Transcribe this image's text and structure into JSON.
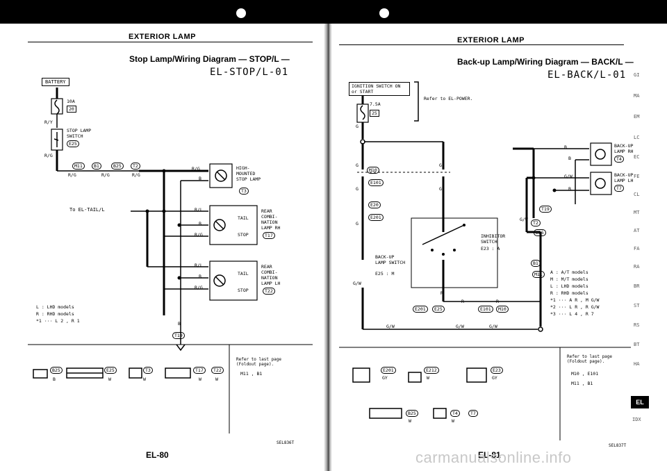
{
  "left_page": {
    "header": "EXTERIOR LAMP",
    "diagram_title": "Stop Lamp/Wiring Diagram — STOP/L —",
    "diagram_code": "EL-STOP/L-01",
    "battery": "BATTERY",
    "fuse": {
      "amp": "10A",
      "num": "20"
    },
    "wire_ry": "R/Y",
    "switch_label": "STOP LAMP SWITCH",
    "switch_conn": "E25",
    "wire_rg": "R/G",
    "connectors_row": [
      "M11",
      "B1",
      "B25",
      "T2"
    ],
    "wire_labels": [
      "R/G",
      "R/G",
      "R/G",
      "R/G",
      "B",
      "R/L",
      "B",
      "R/G",
      "R/L",
      "B",
      "R/G",
      "B"
    ],
    "high_mount": "HIGH-MOUNTED STOP LAMP",
    "high_mount_conn": "T3",
    "to_tail": "To EL-TAIL/L",
    "rear_rh": "REAR COMBI-NATION LAMP RH",
    "rear_rh_conn": "T17",
    "rear_lh": "REAR COMBI-NATION LAMP LH",
    "rear_lh_conn": "T22",
    "tail": "TAIL",
    "stop": "STOP",
    "ground_conn": "T19",
    "legend": [
      "L : LHD models",
      "R : RHD models",
      "*1 ··· L 2 , R 1"
    ],
    "refer": "Refer to last page (Foldout page).",
    "refer_conns": "M11 , B1",
    "bottom_conns": [
      "B25",
      "E25",
      "T3",
      "T17",
      "T22"
    ],
    "bottom_colors": [
      "B",
      "W",
      "W",
      "W",
      "W"
    ],
    "page_code": "SEL836T",
    "page_number": "EL-80"
  },
  "right_page": {
    "header": "EXTERIOR LAMP",
    "diagram_title": "Back-up Lamp/Wiring Diagram — BACK/L —",
    "diagram_code": "EL-BACK/L-01",
    "ign": "IGNITION SWITCH ON or START",
    "refer_power": "Refer to EL-POWER.",
    "fuse": {
      "amp": "7.5A",
      "num": "25"
    },
    "backup_switch": "BACK-UP LAMP SWITCH",
    "backup_conn": "E25 : M",
    "inhibitor": "INHIBITOR SWITCH",
    "inhibitor_conn": "E23 : A",
    "lamp_rh": "BACK-UP LAMP RH",
    "lamp_rh_conn": "T4",
    "lamp_lh": "BACK-UP LAMP LH",
    "lamp_lh_conn": "T7",
    "wire_labels": [
      "G",
      "G",
      "G",
      "G",
      "G",
      "G",
      "G/W",
      "G/W",
      "G/W",
      "B",
      "G/W",
      "B",
      "B",
      "G/W",
      "R",
      "R",
      "R",
      "G/W"
    ],
    "connectors": [
      "M10",
      "E101",
      "E20",
      "E201",
      "T19",
      "T2",
      "B25",
      "B1",
      "M11",
      "E201",
      "E25",
      "E101",
      "M10"
    ],
    "legend": [
      "A : A/T models",
      "M : M/T models",
      "L : LHD models",
      "R : RHD models",
      "*1 ··· A R , M G/W",
      "*2 ··· L R , R G/W",
      "*3 ··· L 4 , R 7"
    ],
    "refer": "Refer to last page (Foldout page).",
    "refer_conns": [
      "M10 , E101",
      "M11 , B1"
    ],
    "bottom_conns": [
      "E201",
      "E212",
      "E23",
      "B25",
      "T4",
      "T7"
    ],
    "bottom_colors": [
      "GY",
      "W",
      "GY",
      "W",
      "W"
    ],
    "page_code": "SEL837T",
    "page_number": "EL-81"
  },
  "side_tabs": [
    "GI",
    "MA",
    "EM",
    "LC",
    "EC",
    "FE",
    "CL",
    "MT",
    "AT",
    "FA",
    "RA",
    "BR",
    "ST",
    "RS",
    "BT",
    "HA"
  ],
  "side_tab_active": "EL",
  "side_tab_last": "IDX",
  "watermark": "carmanualsonline.info"
}
